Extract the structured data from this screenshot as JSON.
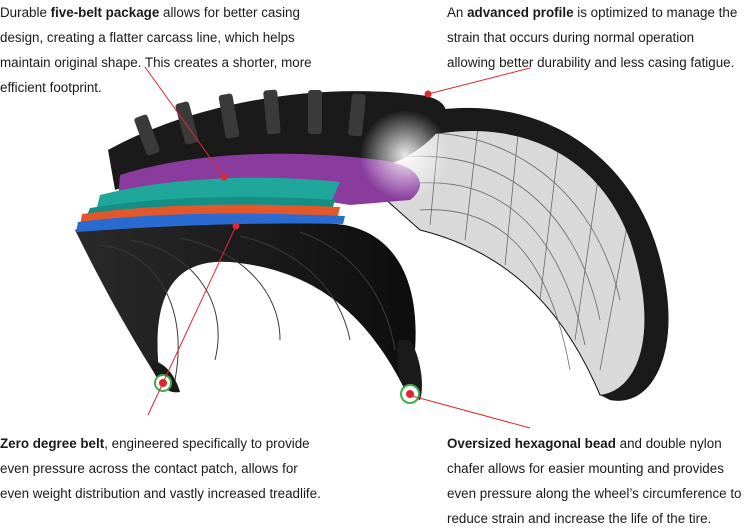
{
  "callouts": {
    "five_belt": {
      "bold": "five-belt package",
      "pre": "Durable ",
      "post": " allows for better casing design, creating a flatter carcass line, which helps maintain original shape. This creates a shorter, more efficient footprint."
    },
    "advanced_profile": {
      "bold": "advanced profile",
      "pre": "An ",
      "post": " is optimized to manage the strain that occurs during normal operation allowing better durability and less casing fatigue."
    },
    "zero_degree": {
      "bold": "Zero degree belt",
      "pre": "",
      "post": ", engineered specifically to provide even pressure across the contact patch, allows for even weight distribution and vastly increased treadlife."
    },
    "hex_bead": {
      "bold": "Oversized hexagonal bead",
      "pre": "",
      "post": " and double nylon chafer allows for easier mounting and provides even pressure along the wheel’s circumference to reduce strain and increase the life of the tire."
    }
  },
  "colors": {
    "leader": "#e0262f",
    "dot": "#e0262f",
    "rubber": "#1c1c1c",
    "belt_purple": "#8a3c9e",
    "belt_teal": "#1fa79b",
    "belt_orange": "#e2582a",
    "belt_blue": "#2a6bd1",
    "bead_ring": "#3fae48"
  },
  "icons": {
    "tire": "tire-cutaway-illustration",
    "marker": "red-dot-marker"
  }
}
